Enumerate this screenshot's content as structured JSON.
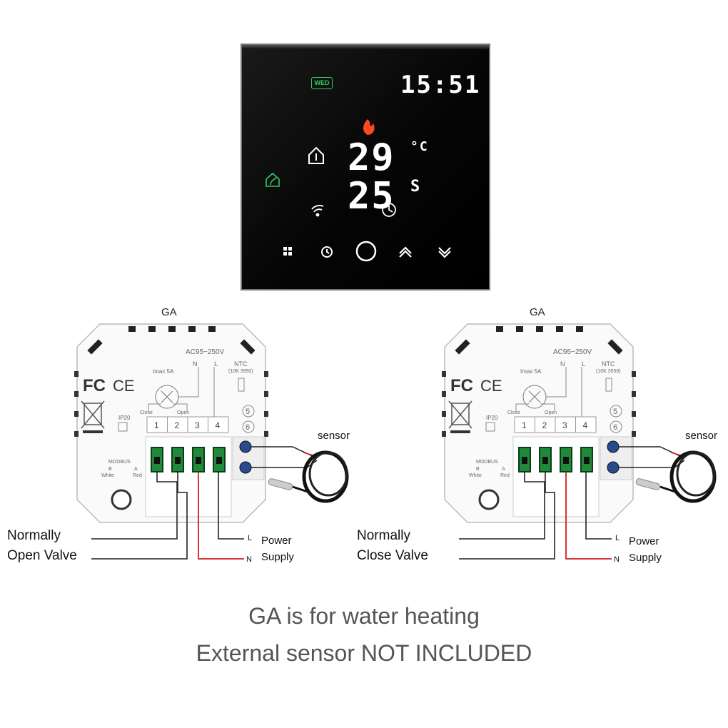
{
  "thermostat": {
    "day_badge": "WED",
    "clock": "15:51",
    "temperature": "29",
    "temperature_unit": "°C",
    "setpoint": "25",
    "setpoint_unit": "S",
    "buttons": [
      "menu-icon",
      "clock-icon",
      "power-icon",
      "up-arrow-icon",
      "down-arrow-icon"
    ],
    "status_icons": [
      "flame-icon",
      "home-icon",
      "eco-home-icon",
      "wifi-icon",
      "schedule-icon"
    ]
  },
  "modules": [
    {
      "title": "GA",
      "rating": "AC95~250V",
      "imax": "Imax 5A",
      "n_label": "N",
      "l_label": "L",
      "ntc": "NTC",
      "ntc_spec": "(10K 3950)",
      "close": "Close",
      "open": "Open",
      "ip": "IP20",
      "modbus": "MODBUS",
      "modbus_b": "B",
      "modbus_a": "A",
      "white": "White",
      "red": "Red",
      "terminals": [
        "1",
        "2",
        "3",
        "4"
      ],
      "sensor_terminals": [
        "5",
        "6"
      ],
      "sensor_label": "sensor",
      "valve_line1": "Normally",
      "valve_line2": "Open Valve",
      "wire_l": "L",
      "wire_n": "N",
      "power_line1": "Power",
      "power_line2": "Supply"
    },
    {
      "title": "GA",
      "rating": "AC95~250V",
      "imax": "Imax 5A",
      "n_label": "N",
      "l_label": "L",
      "ntc": "NTC",
      "ntc_spec": "(10K 3950)",
      "close": "Close",
      "open": "Open",
      "ip": "IP20",
      "modbus": "MODBUS",
      "modbus_b": "B",
      "modbus_a": "A",
      "white": "White",
      "red": "Red",
      "terminals": [
        "1",
        "2",
        "3",
        "4"
      ],
      "sensor_terminals": [
        "5",
        "6"
      ],
      "sensor_label": "sensor",
      "valve_line1": "Normally",
      "valve_line2": "Close Valve",
      "wire_l": "L",
      "wire_n": "N",
      "power_line1": "Power",
      "power_line2": "Supply"
    }
  ],
  "caption": {
    "line1": "GA is for water heating",
    "line2": "External sensor NOT INCLUDED"
  },
  "colors": {
    "live_wire": "#d22020",
    "wire": "#222222",
    "terminal_green": "#1f8a3a",
    "display_green": "#2ecc5f",
    "flame": "#ff4a1c"
  }
}
